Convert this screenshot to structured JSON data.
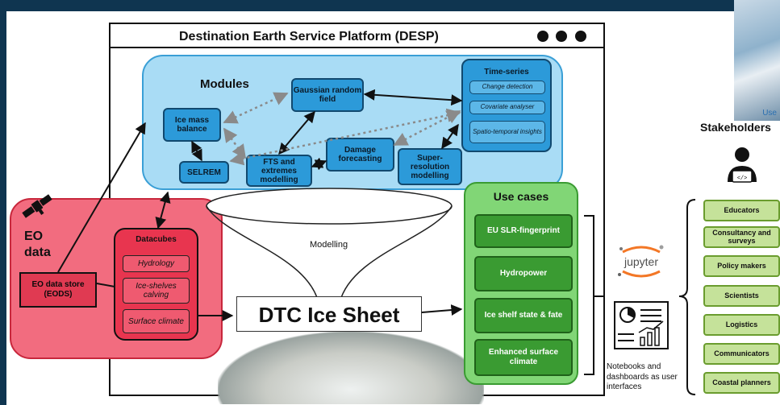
{
  "platform": {
    "title": "Destination Earth Service Platform (DESP)"
  },
  "photo": {
    "caption": "Use"
  },
  "modules": {
    "title": "Modules",
    "items": {
      "ice_mass_balance": "Ice mass balance",
      "gaussian": "Gaussian random field",
      "selrem": "SELREM",
      "fts": "FTS and extremes modelling",
      "damage": "Damage forecasting",
      "superres": "Super-resolution modelling"
    },
    "time_series": {
      "title": "Time-series",
      "items": [
        "Change detection",
        "Covariate analyser",
        "Spatio-temporal insights"
      ]
    }
  },
  "eo": {
    "label_line1": "EO",
    "label_line2": "data",
    "store": "EO data store (EODS)"
  },
  "datacubes": {
    "title": "Datacubes",
    "items": [
      "Hydrology",
      "Ice-shelves calving",
      "Surface climate"
    ]
  },
  "modelling_label": "Modelling",
  "dtc_label": "DTC Ice Sheet",
  "use_cases": {
    "title": "Use cases",
    "items": [
      "EU SLR-fingerprint",
      "Hydropower",
      "Ice shelf state & fate",
      "Enhanced surface climate"
    ]
  },
  "interfaces": {
    "jupyter": "jupyter",
    "caption": "Notebooks and dashboards as user interfaces"
  },
  "stakeholders": {
    "title": "Stakeholders",
    "items": [
      "Educators",
      "Consultancy and surveys",
      "Policy makers",
      "Scientists",
      "Logistics",
      "Communicators",
      "Coastal planners"
    ]
  },
  "colors": {
    "modules_bg": "#a9dcf5",
    "module_box": "#2c9ad9",
    "eo_bg": "#f26c7f",
    "datacube_bg": "#e8354f",
    "usecase_bg": "#81d676",
    "usecase_box": "#3a9b32",
    "stakeholder_box": "#c5e29a"
  }
}
